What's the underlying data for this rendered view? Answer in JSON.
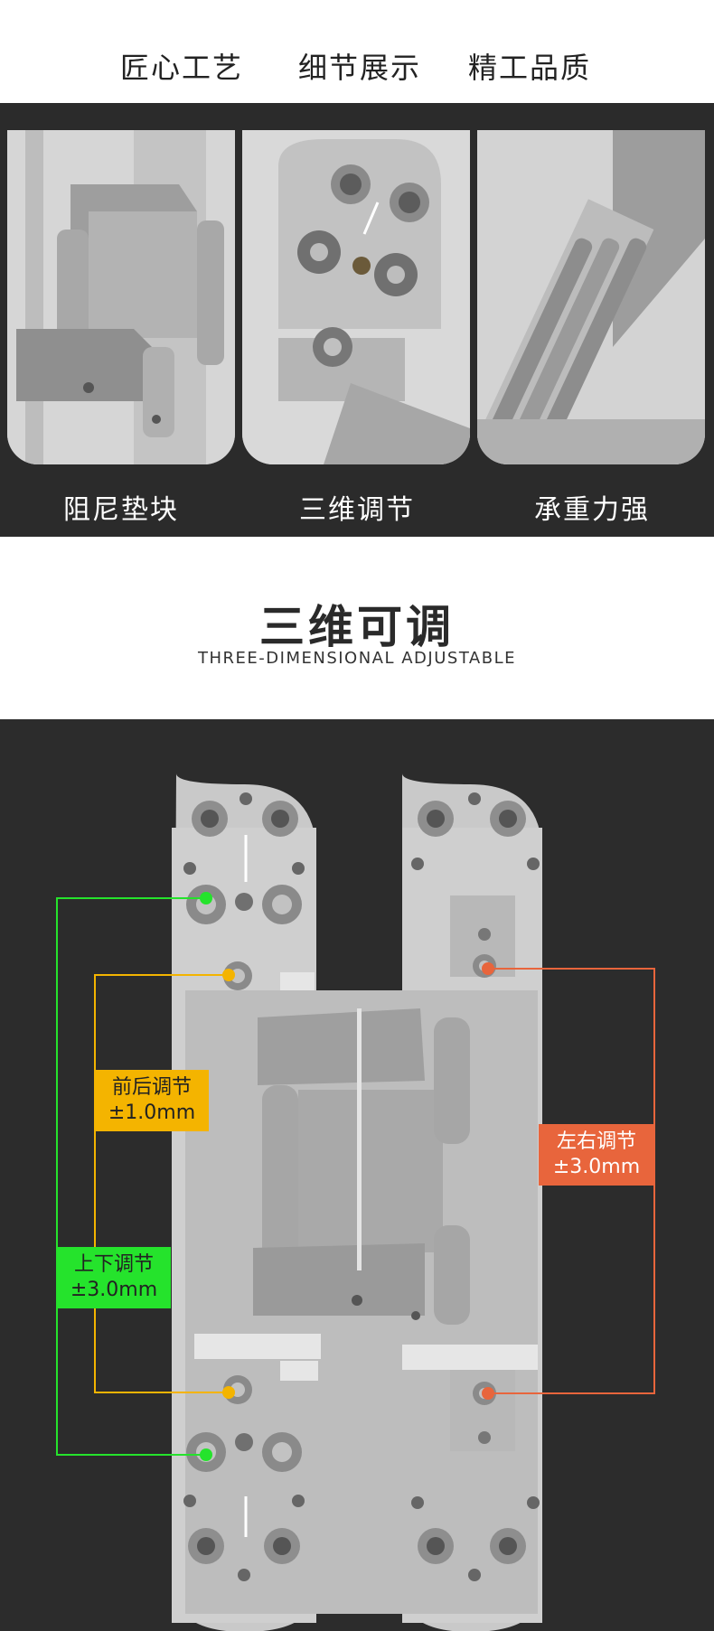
{
  "top_nav": {
    "items": [
      "匠心工艺",
      "细节展示",
      "精工品质"
    ]
  },
  "details": {
    "captions": [
      "阻尼垫块",
      "三维调节",
      "承重力强"
    ]
  },
  "title_section": {
    "title": "三维可调",
    "subtitle": "THREE-DIMENSIONAL ADJUSTABLE"
  },
  "labels": {
    "front_back": {
      "line1": "前后调节",
      "line2": "±1.0mm"
    },
    "up_down": {
      "line1": "上下调节",
      "line2": "±3.0mm"
    },
    "left_right": {
      "line1": "左右调节",
      "line2": "±3.0mm"
    }
  },
  "colors": {
    "dark_bg": "#2b2b2b",
    "yellow": "#f4b400",
    "green": "#25e32c",
    "orange": "#e8653c"
  }
}
